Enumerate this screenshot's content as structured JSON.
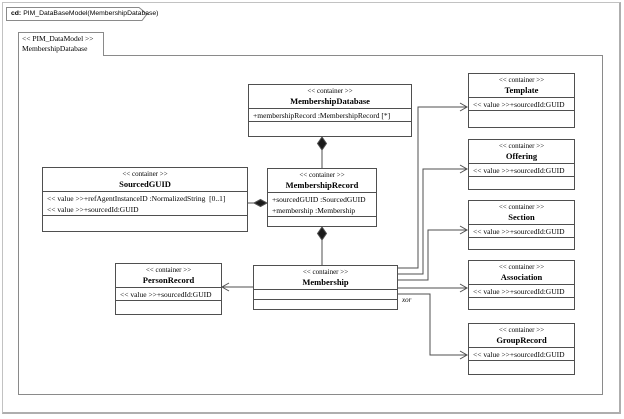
{
  "colors": {
    "box_border": "#4f4f4f",
    "frame_border": "#8a8a8a"
  },
  "frame": {
    "tag": "cd:",
    "title": "PIM_DataBaseModel(MembershipDatabase)"
  },
  "package": {
    "stereotype": "<< PIM_DataModel >>",
    "name": "MembershipDatabase"
  },
  "constraint": "xor",
  "classes": {
    "membershipDatabase": {
      "stereotype": "<< container >>",
      "name": "MembershipDatabase",
      "attributes": [
        "+membershipRecord :MembershipRecord [*]"
      ]
    },
    "sourcedGuid": {
      "stereotype": "<< container >>",
      "name": "SourcedGUID",
      "attributes": [
        "<< value >>+refAgentInstanceID :NormalizedString  [0..1]",
        "<< value >>+sourcedId:GUID"
      ]
    },
    "membershipRecord": {
      "stereotype": "<< container >>",
      "name": "MembershipRecord",
      "attributes": [
        "+sourcedGUID :SourcedGUID",
        "+membership :Membership"
      ]
    },
    "personRecord": {
      "stereotype": "<< container >>",
      "name": "PersonRecord",
      "attributes": [
        "<< value >>+sourcedId:GUID"
      ]
    },
    "membership": {
      "stereotype": "<< container >>",
      "name": "Membership",
      "attributes": []
    },
    "template": {
      "stereotype": "<< container >>",
      "name": "Template",
      "attributes": [
        "<< value >>+sourcedId:GUID"
      ]
    },
    "offering": {
      "stereotype": "<< container >>",
      "name": "Offering",
      "attributes": [
        "<< value >>+sourcedId:GUID"
      ]
    },
    "section": {
      "stereotype": "<< container >>",
      "name": "Section",
      "attributes": [
        "<< value >>+sourcedId:GUID"
      ]
    },
    "association": {
      "stereotype": "<< container >>",
      "name": "Association",
      "attributes": [
        "<< value >>+sourcedId:GUID"
      ]
    },
    "groupRecord": {
      "stereotype": "<< container >>",
      "name": "GroupRecord",
      "attributes": [
        "<< value >>+sourcedId:GUID"
      ]
    }
  }
}
